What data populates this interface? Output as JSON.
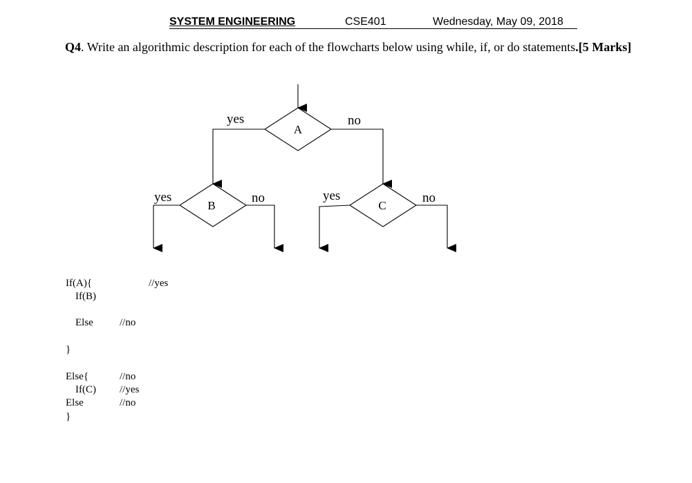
{
  "header": {
    "course_title": "SYSTEM ENGINEERING",
    "course_code": "CSE401",
    "date": "Wednesday, May 09, 2018"
  },
  "question": {
    "number": "Q4",
    "text": ". Write an algorithmic description for each of the flowcharts below using while, if, or do statements",
    "marks": ".[5 Marks]"
  },
  "flowchart": {
    "node_a": "A",
    "node_b": "B",
    "node_c": "C",
    "a_yes": "yes",
    "a_no": "no",
    "b_yes": "yes",
    "b_no": "no",
    "c_yes": "yes",
    "c_no": "no"
  },
  "answer": {
    "line1_code": "If(A){",
    "line1_comment": "//yes",
    "line2_code": "If(B)",
    "line3_code": "Else",
    "line3_comment": "//no",
    "line4_code": "}",
    "line5_code": "Else{",
    "line5_comment": "//no",
    "line6_code": "If(C)",
    "line6_comment": "//yes",
    "line7_code": "Else",
    "line7_comment": "//no",
    "line8_code": "}"
  }
}
